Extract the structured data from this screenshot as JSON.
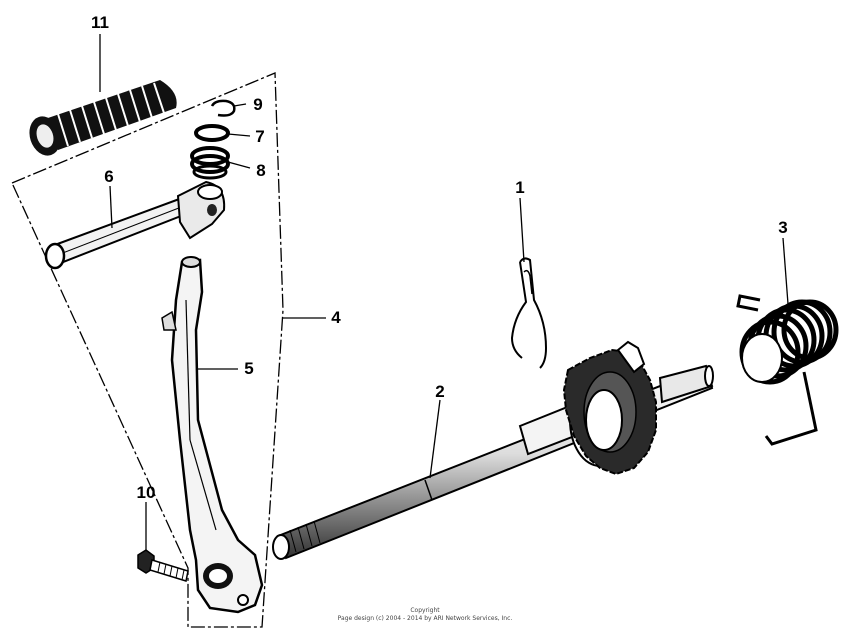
{
  "diagram": {
    "callouts": [
      {
        "id": "1",
        "label": "1"
      },
      {
        "id": "2",
        "label": "2"
      },
      {
        "id": "3",
        "label": "3"
      },
      {
        "id": "4",
        "label": "4"
      },
      {
        "id": "5",
        "label": "5"
      },
      {
        "id": "6",
        "label": "6"
      },
      {
        "id": "7",
        "label": "7"
      },
      {
        "id": "8",
        "label": "8"
      },
      {
        "id": "9",
        "label": "9"
      },
      {
        "id": "10",
        "label": "10"
      },
      {
        "id": "11",
        "label": "11"
      }
    ]
  },
  "footer": {
    "copyright_heading": "Copyright",
    "copyright_text": "Page design (c) 2004 - 2014 by ARI Network Services, Inc."
  }
}
